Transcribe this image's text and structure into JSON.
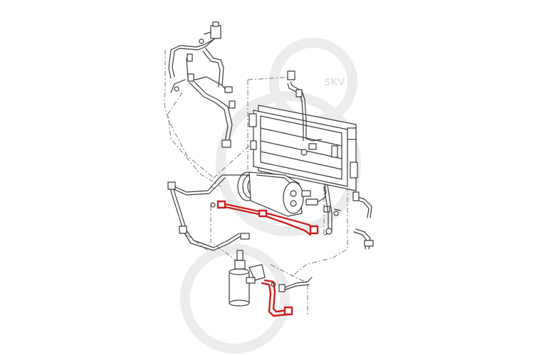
{
  "watermark": {
    "text": "SKV",
    "color": "#e6e6e6"
  },
  "colors": {
    "line": "#3a3a3a",
    "dash": "#777777",
    "highlight": "#cc1f1f",
    "fill": "#ffffff"
  },
  "parts": [
    {
      "name": "condenser"
    },
    {
      "name": "compressor"
    },
    {
      "name": "receiver-drier"
    },
    {
      "name": "suction-hose",
      "highlighted": true
    },
    {
      "name": "drier-hose",
      "highlighted": true
    }
  ]
}
